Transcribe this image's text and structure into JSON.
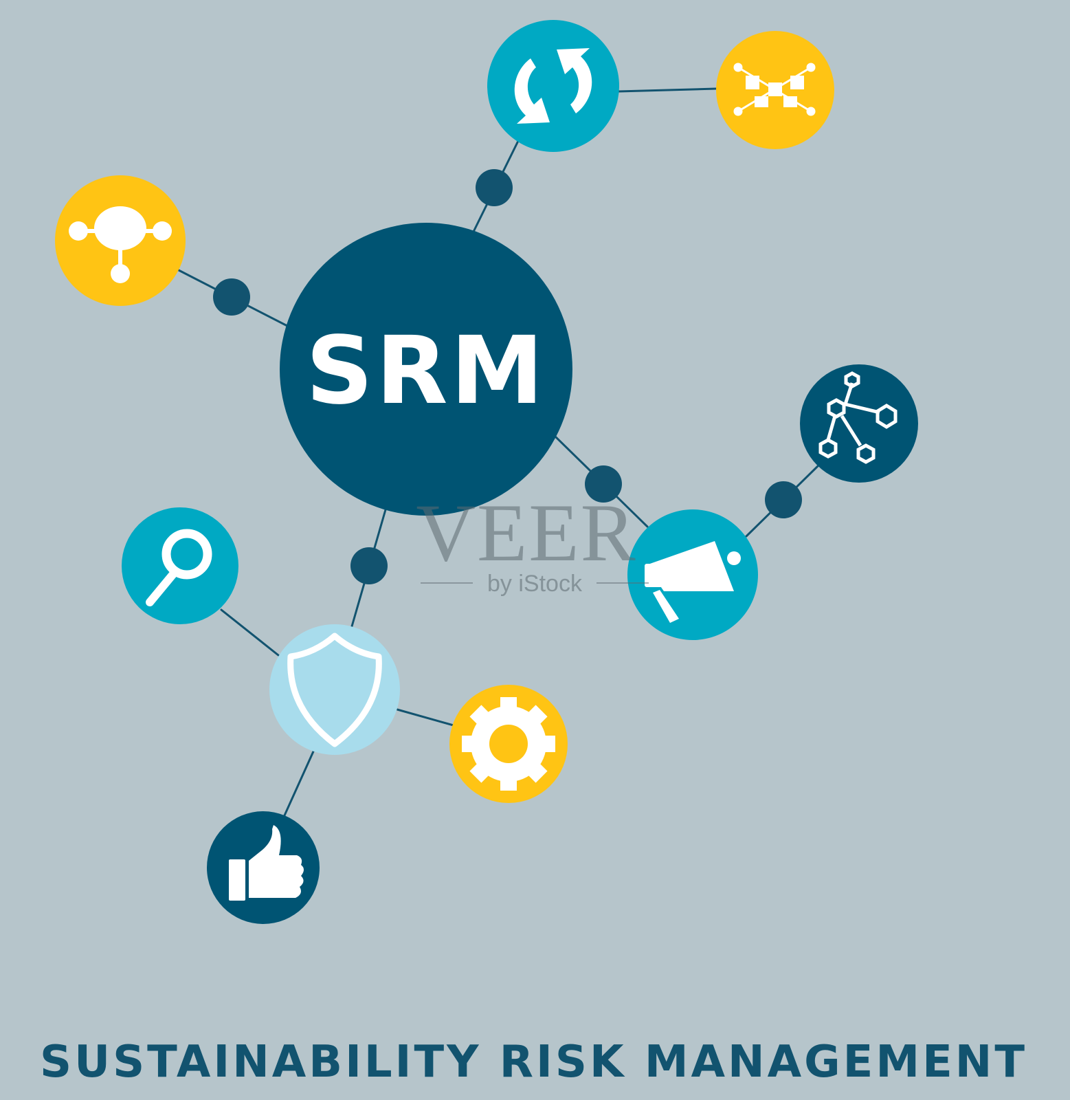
{
  "diagram": {
    "center_label": "SRM",
    "title": "SUSTAINABILITY RISK MANAGEMENT",
    "nodes": [
      {
        "id": "center",
        "icon": "srm-label",
        "fill": "#005473"
      },
      {
        "id": "refresh",
        "icon": "refresh-arrows-icon",
        "fill": "#00a9c3"
      },
      {
        "id": "workflow",
        "icon": "workflow-icon",
        "fill": "#ffc414"
      },
      {
        "id": "hub",
        "icon": "hub-network-icon",
        "fill": "#ffc414"
      },
      {
        "id": "molecule",
        "icon": "molecule-icon",
        "fill": "#005473"
      },
      {
        "id": "megaphone",
        "icon": "megaphone-icon",
        "fill": "#00a9c3"
      },
      {
        "id": "search",
        "icon": "magnifier-icon",
        "fill": "#00a9c3"
      },
      {
        "id": "shield",
        "icon": "shield-icon",
        "fill": "#a8dcec"
      },
      {
        "id": "gear",
        "icon": "gear-icon",
        "fill": "#ffc414"
      },
      {
        "id": "like",
        "icon": "thumbs-up-icon",
        "fill": "#005473"
      }
    ],
    "edges": [
      {
        "from": "center",
        "to": "refresh",
        "dot": true
      },
      {
        "from": "refresh",
        "to": "workflow",
        "dot": false
      },
      {
        "from": "center",
        "to": "hub",
        "dot": true
      },
      {
        "from": "center",
        "to": "megaphone",
        "dot": true
      },
      {
        "from": "megaphone",
        "to": "molecule",
        "dot": true
      },
      {
        "from": "center",
        "to": "shield",
        "dot": true
      },
      {
        "from": "shield",
        "to": "search",
        "dot": false
      },
      {
        "from": "shield",
        "to": "gear",
        "dot": false
      },
      {
        "from": "shield",
        "to": "like",
        "dot": false
      }
    ]
  },
  "watermark": {
    "brand": "VEER",
    "tagline": "by iStock"
  },
  "colors": {
    "background": "#b6c5cb",
    "navy": "#005473",
    "teal": "#00a9c3",
    "yellow": "#ffc414",
    "light_blue": "#a8dcec",
    "line": "#12536f",
    "icon": "#ffffff"
  }
}
